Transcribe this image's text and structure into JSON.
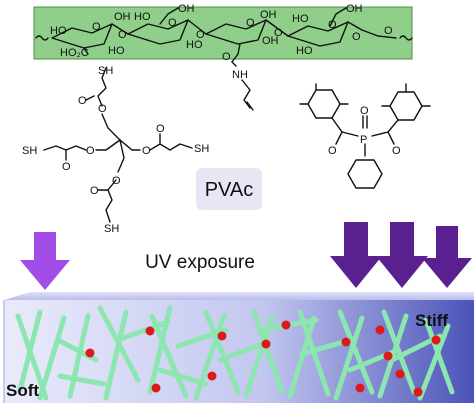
{
  "polymer_labels": {
    "ho1": "HO",
    "oh1": "OH",
    "ho2": "HO",
    "oh2": "OH",
    "oh3": "OH",
    "ho3": "HO",
    "ho4": "HO",
    "oh4": "OH",
    "oh5": "OH",
    "ho5": "HO",
    "ho6": "HO",
    "o1": "O",
    "o2": "O",
    "o3": "O",
    "o4": "O",
    "o5": "O",
    "o6": "O",
    "o7": "O",
    "o8": "O",
    "o9": "O",
    "ho2c": "HO₂C",
    "nh": "NH",
    "oc": "O"
  },
  "thiol_labels": {
    "sh1": "SH",
    "sh2": "SH",
    "sh3": "SH",
    "sh4": "SH",
    "o1": "O",
    "o2": "O",
    "o3": "O",
    "o4": "O",
    "o5": "O",
    "o6": "O",
    "o7": "O",
    "o8": "O"
  },
  "photoinitiator_labels": {
    "p": "P",
    "o_top": "O",
    "o_left": "O",
    "o_right": "O"
  },
  "pvac_label": "PVAc",
  "uv_label": "UV exposure",
  "soft_label": "Soft",
  "stiff_label": "Stiff",
  "colors": {
    "polymer_band": "#8fcf8a",
    "arrow_soft": "#a34de8",
    "arrow_stiff": "#5a2090",
    "pvac_box": "#e6e6f5",
    "fiber": "#8ce6b0",
    "crosslink": "#dd1a1a",
    "gel_dark": "#4a53b8",
    "gel_light": "#e9ebfb"
  }
}
